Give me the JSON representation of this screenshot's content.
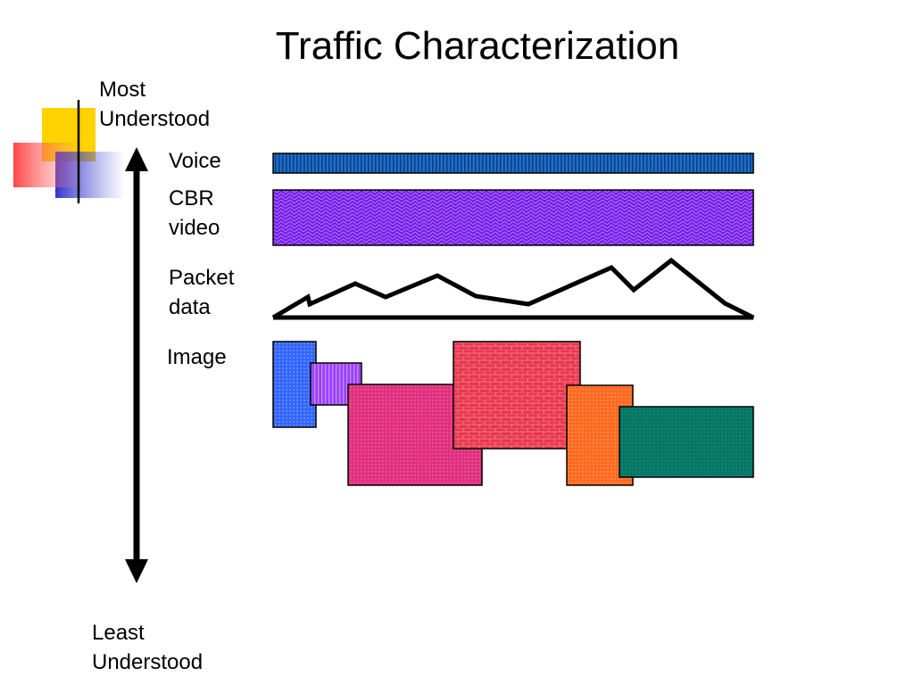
{
  "title": "Traffic Characterization",
  "axis": {
    "top_label": "Most\nUnderstood",
    "bottom_label": "Least\nUnderstood"
  },
  "rows": {
    "voice": "Voice",
    "cbr_video": "CBR\nvideo",
    "packet_data": "Packet\ndata",
    "image": "Image"
  },
  "colors": {
    "voice_bar": "#1f6fc2",
    "cbr_bar": "#7a1fe8",
    "image_blue": "#3366ff",
    "image_violet": "#9b40ff",
    "image_magenta": "#e0307f",
    "image_red": "#e8374e",
    "image_orange": "#ff6a1f",
    "image_teal": "#057564",
    "deco_yellow": "#ffd200",
    "deco_blue": "#3333cc",
    "deco_red": "#ff4a4a"
  }
}
